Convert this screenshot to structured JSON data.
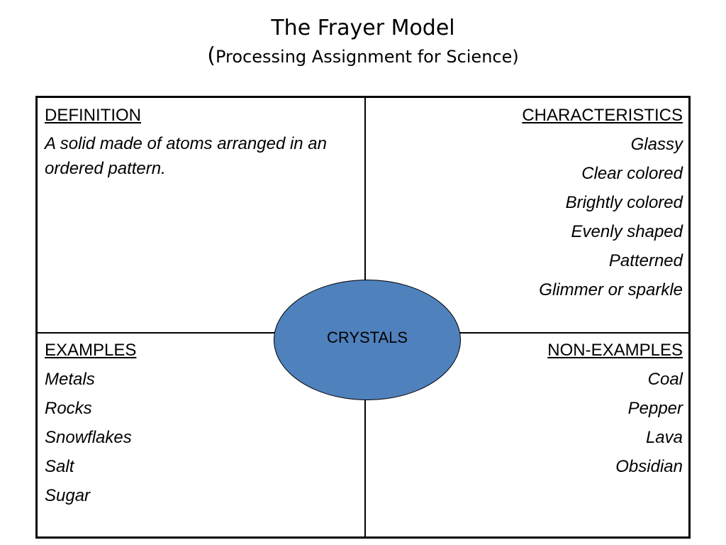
{
  "title": {
    "main": "The Frayer Model",
    "sub_open": "(",
    "sub": "Processing Assignment for Science)"
  },
  "definition": {
    "heading": "DEFINITION",
    "text": "A solid made of atoms arranged in an ordered pattern."
  },
  "characteristics": {
    "heading": "CHARACTERISTICS",
    "items": [
      "Glassy",
      "Clear colored",
      "Brightly colored",
      "Evenly shaped",
      "Patterned",
      "Glimmer or sparkle"
    ]
  },
  "examples": {
    "heading": "EXAMPLES",
    "items": [
      "Metals",
      "Rocks",
      "Snowflakes",
      "Salt",
      "Sugar"
    ]
  },
  "non_examples": {
    "heading": "NON-EXAMPLES",
    "items": [
      "Coal",
      "Pepper",
      "Lava",
      "Obsidian"
    ]
  },
  "center": {
    "label": "CRYSTALS",
    "color": "#4f81bd"
  }
}
